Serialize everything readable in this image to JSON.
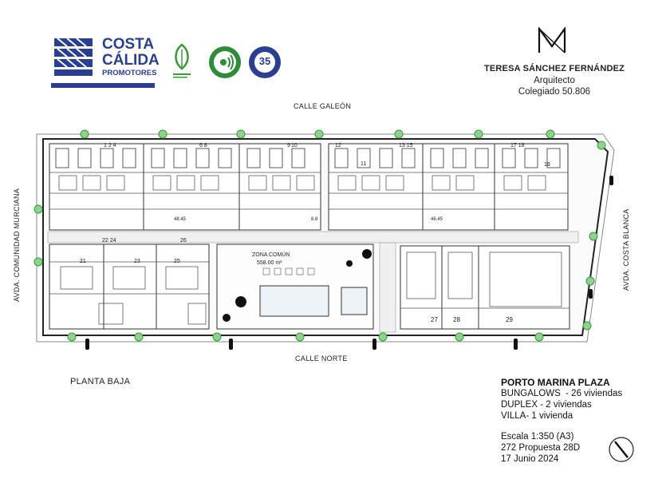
{
  "promoter": {
    "name_line1": "COSTA",
    "name_line2": "CÁLIDA",
    "name_line3": "PROMOTORES",
    "badge_years": "35",
    "brand_color": "#2a3f8f",
    "accent_green": "#3a9a3a"
  },
  "architect": {
    "name": "TERESA SÁNCHEZ FERNÁNDEZ",
    "role": "Arquitecto",
    "registration": "Colegiado 50.806"
  },
  "streets": {
    "north": "CALLE GALEÓN",
    "south": "CALLE NORTE",
    "west": "AVDA. COMUNIDAD MURCIANA",
    "east": "AVDA. COSTA BLANCA"
  },
  "plan": {
    "common_zone_label": "ZONA COMÚN",
    "common_zone_area": "558.00 m²",
    "dim_left": "48.45",
    "dim_right": "46.45",
    "dim_mid": "8.8",
    "unit_numbers_top": [
      "1 2 4",
      "6 8",
      "9",
      "10",
      "11",
      "12",
      "13 15",
      "17 18",
      "19"
    ],
    "unit_numbers_bottom": [
      "21",
      "22 24",
      "23",
      "25",
      "26",
      "27",
      "28",
      "29"
    ]
  },
  "drawing_title": "PLANTA BAJA",
  "project": {
    "name": "PORTO MARINA PLAZA",
    "line1": "BUNGALOWS  - 26 viviendas",
    "line2": "DUPLEX - 2 viviendas",
    "line3": "VILLA- 1 vivienda",
    "scale": "Escala 1:350 (A3)",
    "proposal": "272 Propuesta 28D",
    "date": "17 Junio 2024"
  }
}
